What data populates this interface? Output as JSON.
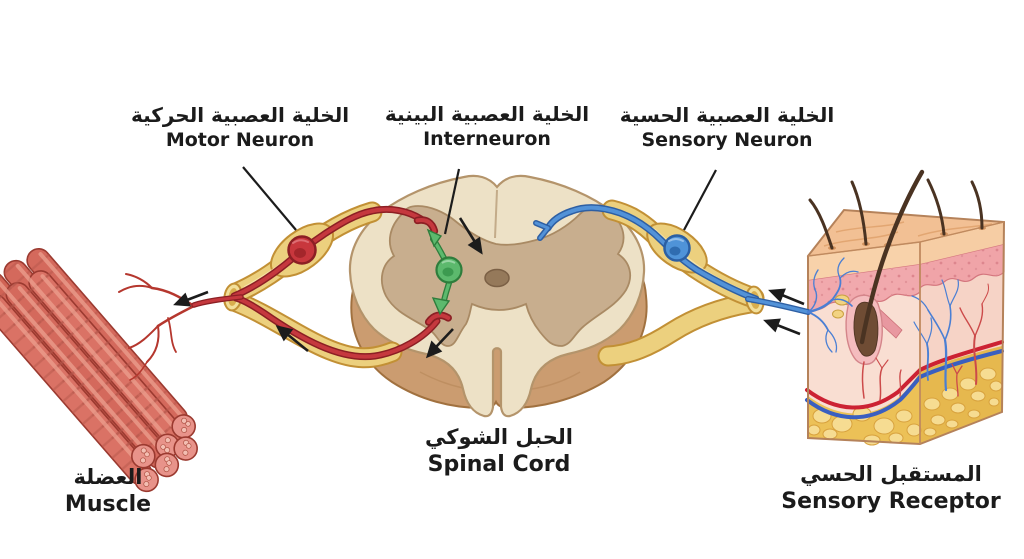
{
  "background": "#ffffff",
  "labels": {
    "motor_neuron": {
      "ar": "الخلية العصبية الحركية",
      "en": "Motor Neuron"
    },
    "interneuron": {
      "ar": "الخلية العصبية البينية",
      "en": "Interneuron"
    },
    "sensory_neuron": {
      "ar": "الخلية العصبية الحسية",
      "en": "Sensory Neuron"
    },
    "spinal_cord": {
      "ar": "الحبل الشوكي",
      "en": "Spinal Cord"
    },
    "muscle": {
      "ar": "العضلة",
      "en": "Muscle"
    },
    "sensory_receptor": {
      "ar": "المستقبل الحسي",
      "en": "Sensory Receptor"
    }
  },
  "colors": {
    "motor_pathway_red": "#c5383e",
    "interneuron_green": "#57b56b",
    "sensory_pathway_blue": "#4f93d8",
    "nerve_sheath_yellow": "#ecd07e",
    "cord_white_matter": "#ede1c6",
    "cord_gray_matter": "#c8ae8e",
    "cord_base_tan": "#cb9c70",
    "muscle_red": "#d4695c",
    "skin_fat_yellow": "#ecc157",
    "label_text": "#1b1b1b"
  }
}
